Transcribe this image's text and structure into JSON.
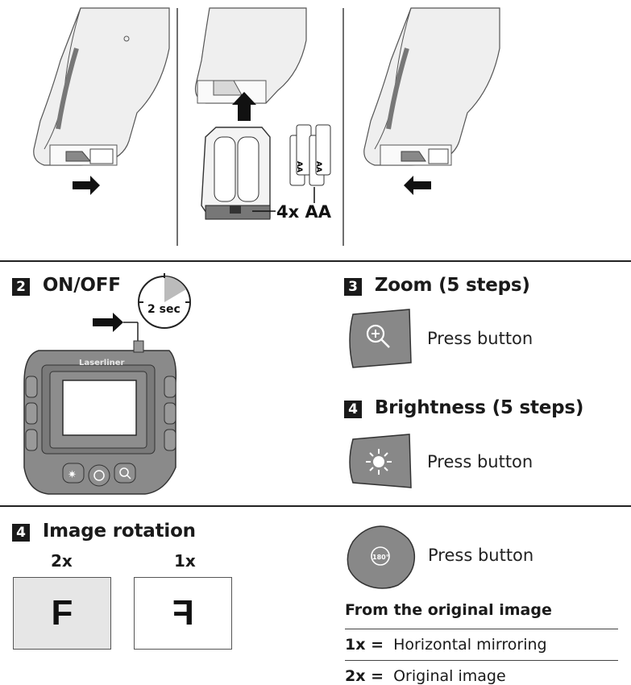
{
  "battery": {
    "label": "4x AA",
    "cell_label": "AA"
  },
  "on_off": {
    "number": "2",
    "title": "ON/OFF",
    "timer_label": "2 sec",
    "brand": "Laserliner"
  },
  "zoom": {
    "number": "3",
    "title": "Zoom (5 steps)",
    "action": "Press button"
  },
  "brightness": {
    "number": "4",
    "title": "Brightness (5 steps)",
    "action": "Press button"
  },
  "rotation": {
    "number": "4",
    "title": "Image rotation",
    "left_count": "2x",
    "right_count": "1x",
    "left_letter": "F",
    "right_letter": "F",
    "button_label": "180°",
    "action": "Press button",
    "table_title": "From the original image",
    "rows": [
      {
        "key": "1x =",
        "value": "Horizontal mirroring"
      },
      {
        "key": "2x =",
        "value": "Original image"
      }
    ]
  }
}
